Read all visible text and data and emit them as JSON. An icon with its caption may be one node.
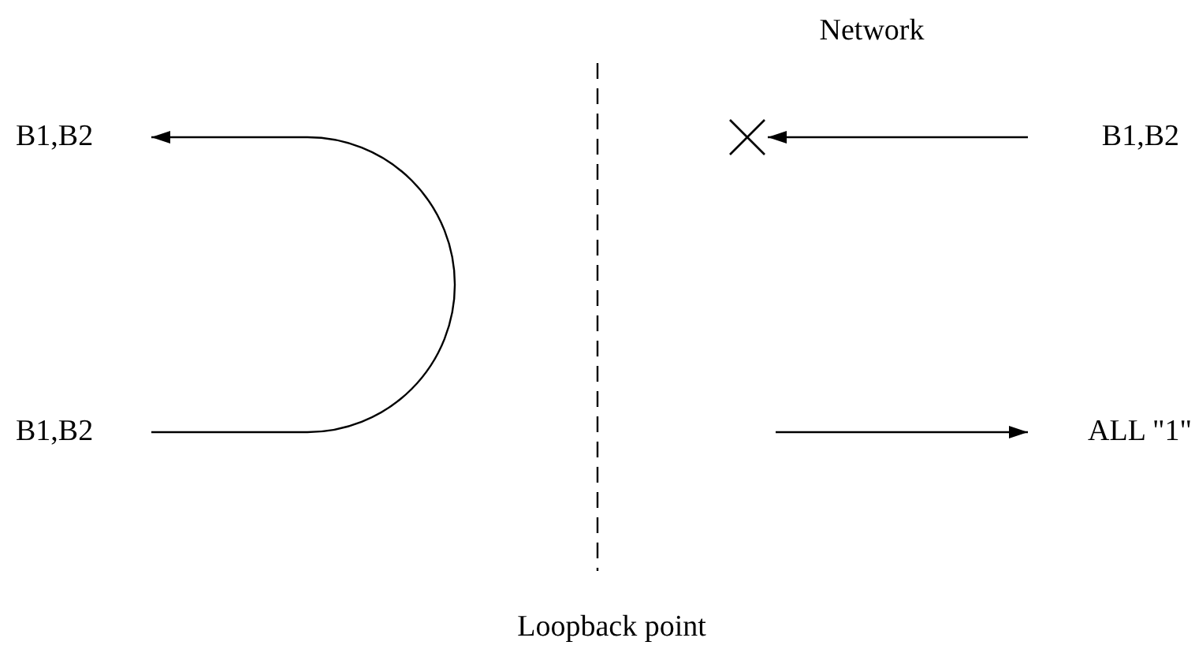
{
  "diagram": {
    "nodes": [
      {
        "text": [
          "B1,B2"
        ]
      },
      {
        "text": [
          "B1,B2"
        ]
      },
      {
        "text": [],
        "shape": "cross"
      },
      {
        "text": [
          "B1,B2"
        ]
      },
      {
        "text": [
          "ALL \"1\""
        ]
      }
    ],
    "edges": [
      {
        "from": 1,
        "to": 0,
        "arrow": "to"
      },
      {
        "from": 3,
        "to": 2,
        "arrow": "to"
      },
      {
        "from": null,
        "to": 4,
        "arrow": "to"
      }
    ],
    "labels": [
      "Network",
      "Loopback point"
    ]
  }
}
